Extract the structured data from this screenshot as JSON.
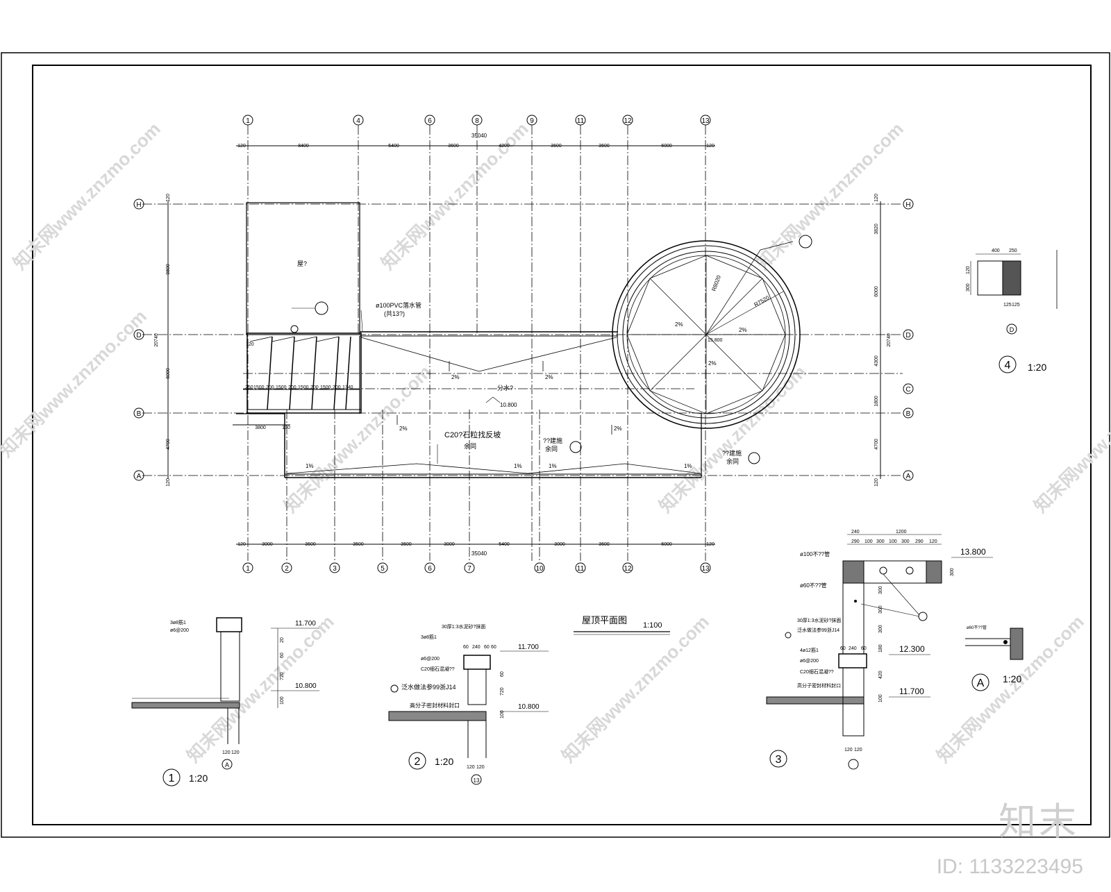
{
  "plan": {
    "title": "屋顶平面图",
    "scale": "1:100",
    "top_axes": [
      "1",
      "4",
      "6",
      "8",
      "9",
      "11",
      "12",
      "13"
    ],
    "bottom_axes": [
      "1",
      "2",
      "3",
      "5",
      "6",
      "7",
      "10",
      "11",
      "12",
      "13"
    ],
    "row_axes": [
      "H",
      "D",
      "C",
      "B",
      "A"
    ],
    "top_total": "35040",
    "top_dims": [
      "120",
      "8400",
      "5400",
      "3600",
      "4200",
      "3600",
      "3600",
      "6000",
      "120"
    ],
    "bottom_total": "35040",
    "bottom_dims": [
      "120",
      "3000",
      "3600",
      "3500",
      "3600",
      "3000",
      "5400",
      "3000",
      "3600",
      "6000",
      "120"
    ],
    "left_total": "20740",
    "left_dims": [
      "120",
      "9800",
      "6000",
      "4700",
      "120"
    ],
    "right_total": "20740",
    "right_dims": [
      "120",
      "3820",
      "6000",
      "4300",
      "1800",
      "4700",
      "120"
    ],
    "bay_dims": [
      "250",
      "1500",
      "200",
      "1500",
      "200",
      "1500",
      "200",
      "1500",
      "200",
      "1340"
    ],
    "labels": {
      "room": "屋?",
      "pipe": "ø100PVC落水管",
      "pipe_count": "(共13?)",
      "slope_fill": "C20?石粒找反坡",
      "slope_fill2": "余同",
      "outlet_label": "??建施",
      "outlet_label2": "余同",
      "outlet2_label": "??建施",
      "outlet2_label2": "余同",
      "gutter": "分水?",
      "elev": "10.800",
      "radius1": "R8020",
      "radius2": "R7520",
      "center": "15.800",
      "dim3800": "3800",
      "dim130": "130",
      "dim120": "120"
    },
    "slopes": [
      "2%",
      "2%",
      "2%",
      "2%",
      "2%",
      "2%",
      "2%",
      "1%",
      "1%",
      "1%",
      "1%"
    ]
  },
  "detail1": {
    "num": "1",
    "scale": "1:20",
    "axis": "A",
    "elev_top": "11.700",
    "elev_bot": "10.800",
    "dims": [
      "20",
      "60",
      "720",
      "100"
    ],
    "notes": [
      "3ø8筋1",
      "ø6@200"
    ],
    "bottom_dims": [
      "120",
      "120"
    ]
  },
  "detail2": {
    "num": "2",
    "scale": "1:20",
    "axis": "13",
    "elev_top": "11.700",
    "elev_bot": "10.800",
    "dims": [
      "60",
      "720",
      "100"
    ],
    "top_dims": [
      "60",
      "240",
      "60",
      "60"
    ],
    "notes": [
      "30厚1:3水泥砂?抹面",
      "3ø8筋1",
      "ø6@200",
      "C20细石混凝??",
      "泛水做法参99浙J14",
      "高分子密封材料封口"
    ],
    "bottom_dims": [
      "120",
      "120"
    ]
  },
  "detail3": {
    "num": "3",
    "axis": "",
    "elev_top": "13.800",
    "elev_mid": "12.300",
    "elev_bot": "11.700",
    "top_dims": [
      "240",
      "1200"
    ],
    "sub_dims": [
      "290",
      "100",
      "300",
      "100",
      "300",
      "290",
      "120"
    ],
    "side_dims": [
      "300",
      "300",
      "300",
      "300",
      "180",
      "420",
      "100"
    ],
    "notes": [
      "ø100不??管",
      "ø60不??管",
      "30厚1:3水泥砂?抹面",
      "泛水做法参99浙J14",
      "4ø12筋1",
      "ø6@200",
      "C20细石混凝??",
      "高分子密封材料封口"
    ],
    "mid_dims": [
      "60",
      "240",
      "60"
    ],
    "bottom_dims": [
      "120",
      "120"
    ]
  },
  "detail4": {
    "num": "4",
    "scale": "1:20",
    "axis": "D",
    "top_dims": [
      "400",
      "250"
    ],
    "left_dims": [
      "300",
      "120"
    ],
    "bottom_dims": [
      "125",
      "125"
    ]
  },
  "detailA": {
    "num": "A",
    "scale": "1:20",
    "note": "ø60不??管"
  },
  "watermark": "知末网www.znzmo.com",
  "brand": "知末",
  "image_id": "ID: 1133223495"
}
